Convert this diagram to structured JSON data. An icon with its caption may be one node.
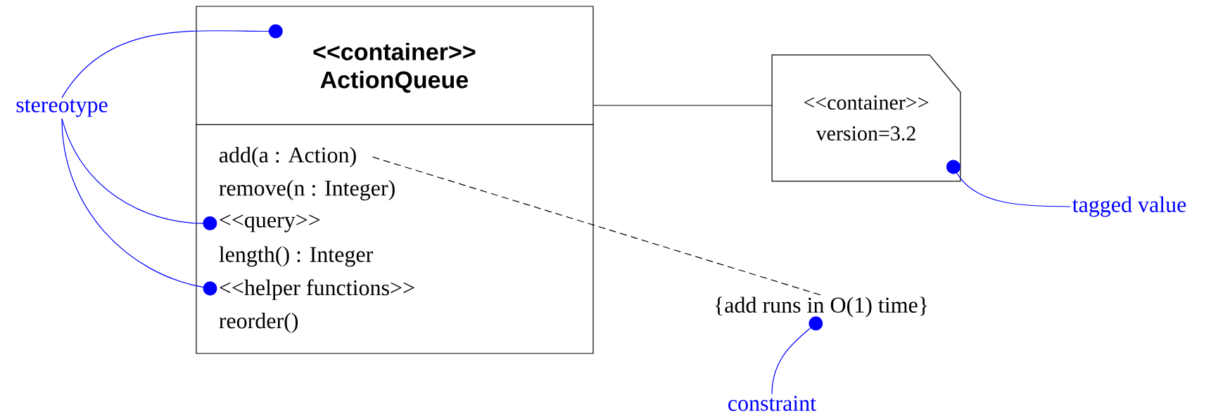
{
  "diagram": {
    "nodes": [
      {
        "text": [],
        "shape": "box"
      },
      {
        "text": [
          "<<container>>"
        ],
        "in": 0
      },
      {
        "text": [
          "ActionQueue"
        ],
        "in": 0
      },
      {
        "text": [
          "add(a : Action)"
        ],
        "in": 0
      },
      {
        "text": [
          "remove(n : Integer)"
        ],
        "in": 0
      },
      {
        "text": [
          "<<query>>"
        ],
        "in": 0
      },
      {
        "text": [
          "length() : Integer"
        ],
        "in": 0
      },
      {
        "text": [
          "<<helper functions>>"
        ],
        "in": 0
      },
      {
        "text": [
          "reorder()"
        ],
        "in": 0
      },
      {
        "text": [
          "<<container>>",
          "version=3.2"
        ]
      },
      {
        "text": [
          "{add runs in O(1) time}"
        ]
      },
      {
        "text": [
          "stereotype"
        ]
      },
      {
        "text": [
          "tagged value"
        ]
      },
      {
        "text": [
          "constraint"
        ]
      }
    ],
    "edges": [
      {
        "from": 0,
        "to": 9,
        "arrow": "none",
        "color": "#000000"
      },
      {
        "from": 3,
        "to": 10,
        "arrow": "none",
        "style": "dashed",
        "color": "#000000"
      },
      {
        "from": 11,
        "to": 1,
        "arrow": "other",
        "color": "#0000ff"
      },
      {
        "from": 11,
        "to": 5,
        "arrow": "other",
        "color": "#0000ff"
      },
      {
        "from": 11,
        "to": 7,
        "arrow": "other",
        "color": "#0000ff"
      },
      {
        "from": 12,
        "to": 9,
        "arrow": "other",
        "color": "#0000ff"
      },
      {
        "from": 13,
        "to": 10,
        "arrow": "other",
        "color": "#0000ff"
      }
    ]
  }
}
